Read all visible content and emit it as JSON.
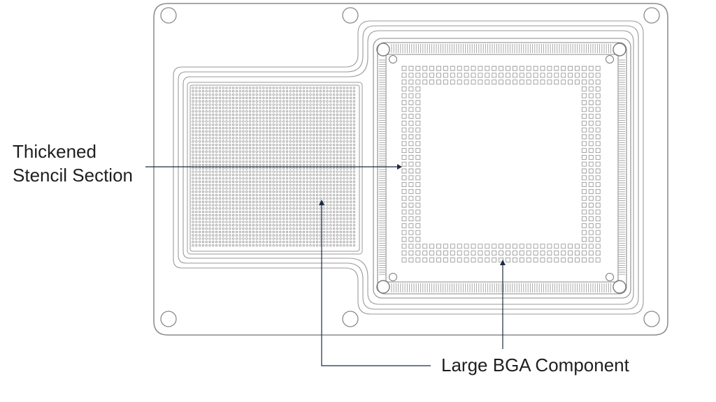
{
  "labels": {
    "thickened_line1": "Thickened",
    "thickened_line2": "Stencil Section",
    "bga": "Large BGA Component"
  },
  "colors": {
    "outline": "#8a8a8a",
    "outline_light": "#b5b5b5",
    "pad": "#9a9a9a",
    "callout": "#1c2a44",
    "text": "#1f1f1f"
  }
}
